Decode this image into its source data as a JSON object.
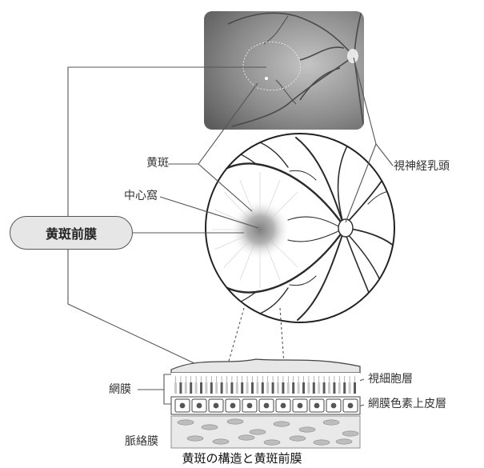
{
  "labels": {
    "macula": "黄斑",
    "fovea": "中心窩",
    "erm": "黄斑前膜",
    "optic_disc": "視神経乳頭",
    "retina": "網膜",
    "photoreceptor": "視細胞層",
    "rpe": "網膜色素上皮層",
    "choroid": "脈絡膜"
  },
  "caption": "黄斑の構造と黄斑前膜",
  "colors": {
    "line": "#555555",
    "vessel": "#2a2a2a",
    "photo_dark": "#5a5a5a",
    "photo_light": "#c9c9c9",
    "choroid_fill": "#e9e9e9"
  }
}
